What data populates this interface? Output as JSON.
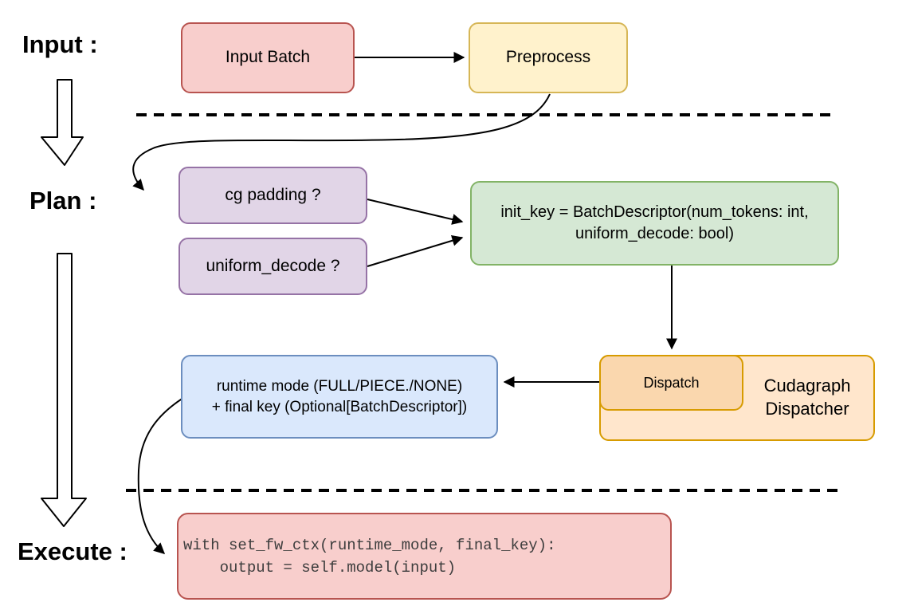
{
  "labels": {
    "input": "Input :",
    "plan": "Plan :",
    "execute": "Execute :"
  },
  "nodes": {
    "input_batch": {
      "label": "Input Batch"
    },
    "preprocess": {
      "label": "Preprocess"
    },
    "cg_padding": {
      "label": "cg padding ?"
    },
    "uniform_decode": {
      "label": "uniform_decode ?"
    },
    "init_key": {
      "line1": "init_key = BatchDescriptor(num_tokens: int,",
      "line2": "uniform_decode: bool)"
    },
    "runtime_key": {
      "line1": "runtime mode (FULL/PIECE./NONE)",
      "line2": "+ final key (Optional[BatchDescriptor])"
    },
    "dispatch": {
      "label": "Dispatch"
    },
    "cudagraph_dispatcher": {
      "line1": "Cudagraph",
      "line2": "Dispatcher"
    },
    "execute_code": {
      "line1": "with set_fw_ctx(runtime_mode, final_key):",
      "line2": "    output = self.model(input)"
    }
  },
  "colors": {
    "pink_fill": "#f8cecc",
    "pink_border": "#b85450",
    "yellow_fill": "#fff2cc",
    "yellow_border": "#d6b656",
    "purple_fill": "#e1d5e7",
    "purple_border": "#9673a6",
    "green_fill": "#d5e8d4",
    "green_border": "#82b366",
    "blue_fill": "#dae8fc",
    "blue_border": "#6c8ebf",
    "orange_outer_fill": "#ffe6cc",
    "orange_inner_fill": "#fad7ae",
    "orange_border": "#d79b00",
    "line": "#000000",
    "code_text": "#3d3d3d"
  }
}
